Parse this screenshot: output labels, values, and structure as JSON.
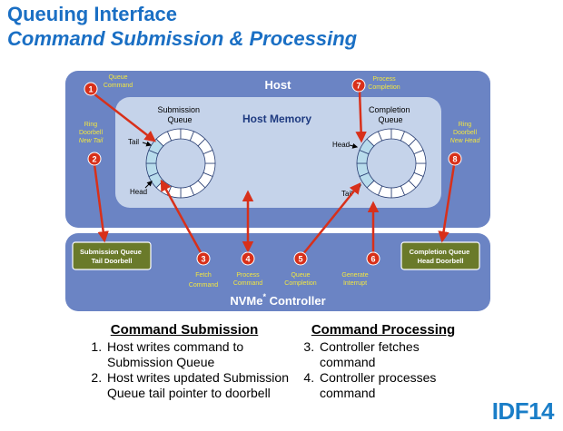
{
  "header": {
    "title": "Queuing Interface",
    "subtitle": "Command Submission & Processing"
  },
  "diagram": {
    "host_label": "Host",
    "host_memory_label": "Host Memory",
    "controller_label": "NVMe",
    "controller_label_sup": "*",
    "controller_label_suffix": " Controller",
    "submission_queue": {
      "line1": "Submission",
      "line2": "Queue",
      "tail": "Tail",
      "head": "Head"
    },
    "completion_queue": {
      "line1": "Completion",
      "line2": "Queue",
      "head": "Head",
      "tail": "Tail"
    },
    "sq_doorbell": {
      "line1": "Submission Queue",
      "line2": "Tail Doorbell"
    },
    "cq_doorbell": {
      "line1": "Completion Queue",
      "line2": "Head Doorbell"
    },
    "steps": [
      {
        "num": "1",
        "line1": "Queue",
        "line2": "Command"
      },
      {
        "num": "2",
        "line1": "Ring",
        "line2": "Doorbell",
        "line3": "New Tail"
      },
      {
        "num": "3",
        "line1": "Fetch",
        "line2": "Command"
      },
      {
        "num": "4",
        "line1": "Process",
        "line2": "Command"
      },
      {
        "num": "5",
        "line1": "Queue",
        "line2": "Completion"
      },
      {
        "num": "6",
        "line1": "Generate",
        "line2": "Interrupt"
      },
      {
        "num": "7",
        "line1": "Process",
        "line2": "Completion"
      },
      {
        "num": "8",
        "line1": "Ring",
        "line2": "Doorbell",
        "line3": "New Head"
      }
    ],
    "colors": {
      "host_box": "#6b84c4",
      "host_memory_box": "#c5d3ea",
      "controller_box": "#6b84c4",
      "doorbell_box": "#6a7a2a",
      "step_circle": "#d8301a",
      "step_label": "#f2e640",
      "ring_highlight": "#b8dcec"
    }
  },
  "command_submission": {
    "heading": "Command Submission",
    "items": [
      {
        "num": "1.",
        "text": "Host writes command to Submission Queue"
      },
      {
        "num": "2.",
        "text": "Host writes updated Submission Queue tail pointer to doorbell"
      }
    ]
  },
  "command_processing": {
    "heading": "Command Processing",
    "items": [
      {
        "num": "3.",
        "text": "Controller fetches command"
      },
      {
        "num": "4.",
        "text": "Controller processes command"
      }
    ]
  },
  "logo": {
    "text": "IDF14"
  }
}
